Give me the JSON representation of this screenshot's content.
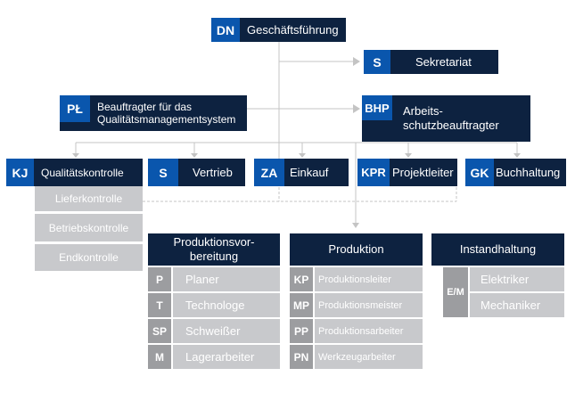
{
  "top": {
    "code": "DN",
    "label": "Geschäftsführung"
  },
  "sekretariat": {
    "code": "S",
    "label": "Sekretariat"
  },
  "qm": {
    "code": "PŁ",
    "line1": "Beauftragter für das",
    "line2": "Qualitätsmanagementsystem"
  },
  "bhp": {
    "code": "BHP",
    "line1": "Arbeits-",
    "line2": "schutzbeauftragter"
  },
  "departments": [
    {
      "code": "KJ",
      "label": "Qualitätskontrolle"
    },
    {
      "code": "S",
      "label": "Vertrieb"
    },
    {
      "code": "ZA",
      "label": "Einkauf"
    },
    {
      "code": "KPR",
      "label": "Projektleiter"
    },
    {
      "code": "GK",
      "label": "Buchhaltung"
    }
  ],
  "quality_subunits": [
    "Lieferkontrolle",
    "Betriebskontrolle",
    "Endkontrolle"
  ],
  "groups": [
    {
      "line1": "Produktionsvor-",
      "line2": "bereitung",
      "rows": [
        {
          "code": "P",
          "label": "Planer"
        },
        {
          "code": "T",
          "label": "Technologe"
        },
        {
          "code": "SP",
          "label": "Schweißer"
        },
        {
          "code": "M",
          "label": "Lagerarbeiter"
        }
      ]
    },
    {
      "line1": "Produktion",
      "line2": "",
      "rows": [
        {
          "code": "KP",
          "label": "Produktionsleiter"
        },
        {
          "code": "MP",
          "label": "Produktionsmeister"
        },
        {
          "code": "PP",
          "label": "Produktionsarbeiter"
        },
        {
          "code": "PN",
          "label": "Werkzeugarbeiter"
        }
      ]
    },
    {
      "line1": "Instandhaltung",
      "line2": "",
      "shared_code": "E/M",
      "rows": [
        {
          "label": "Elektriker"
        },
        {
          "label": "Mechaniker"
        }
      ]
    }
  ],
  "colors": {
    "navy": "#0d2240",
    "blue": "#0a56ad",
    "gray_light": "#c8c9cc",
    "gray_dark": "#9c9da0",
    "connector": "#c4c4c4"
  }
}
